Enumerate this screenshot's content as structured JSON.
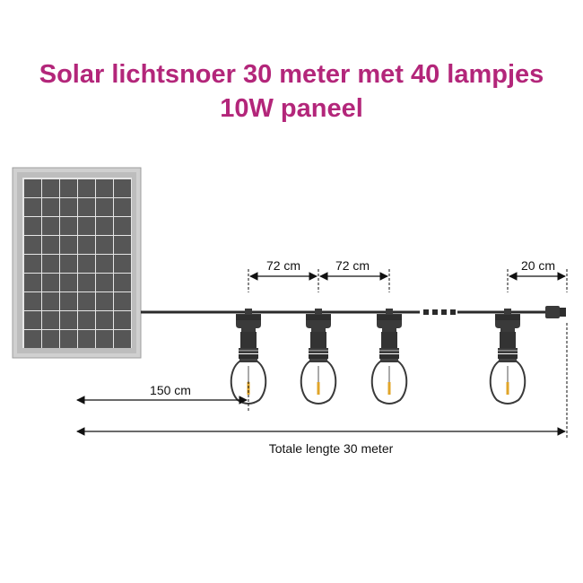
{
  "title": {
    "line1": "Solar lichtsnoer 30 meter met 40 lampjes",
    "line2": "10W paneel"
  },
  "dimensions": {
    "bulb_spacing_1": "72 cm",
    "bulb_spacing_2": "72 cm",
    "end_spacing": "20 cm",
    "panel_lead": "150 cm",
    "total_length": "Totale lengte 30 meter"
  },
  "colors": {
    "title": "#b3267a",
    "cable": "#2b2b2b",
    "panel_frame": "#c9c9c9",
    "panel_cell": "#565656",
    "filament": "#e0a52a"
  },
  "icons": [
    "solar-panel-icon",
    "light-bulb-icon",
    "end-cap-icon"
  ]
}
